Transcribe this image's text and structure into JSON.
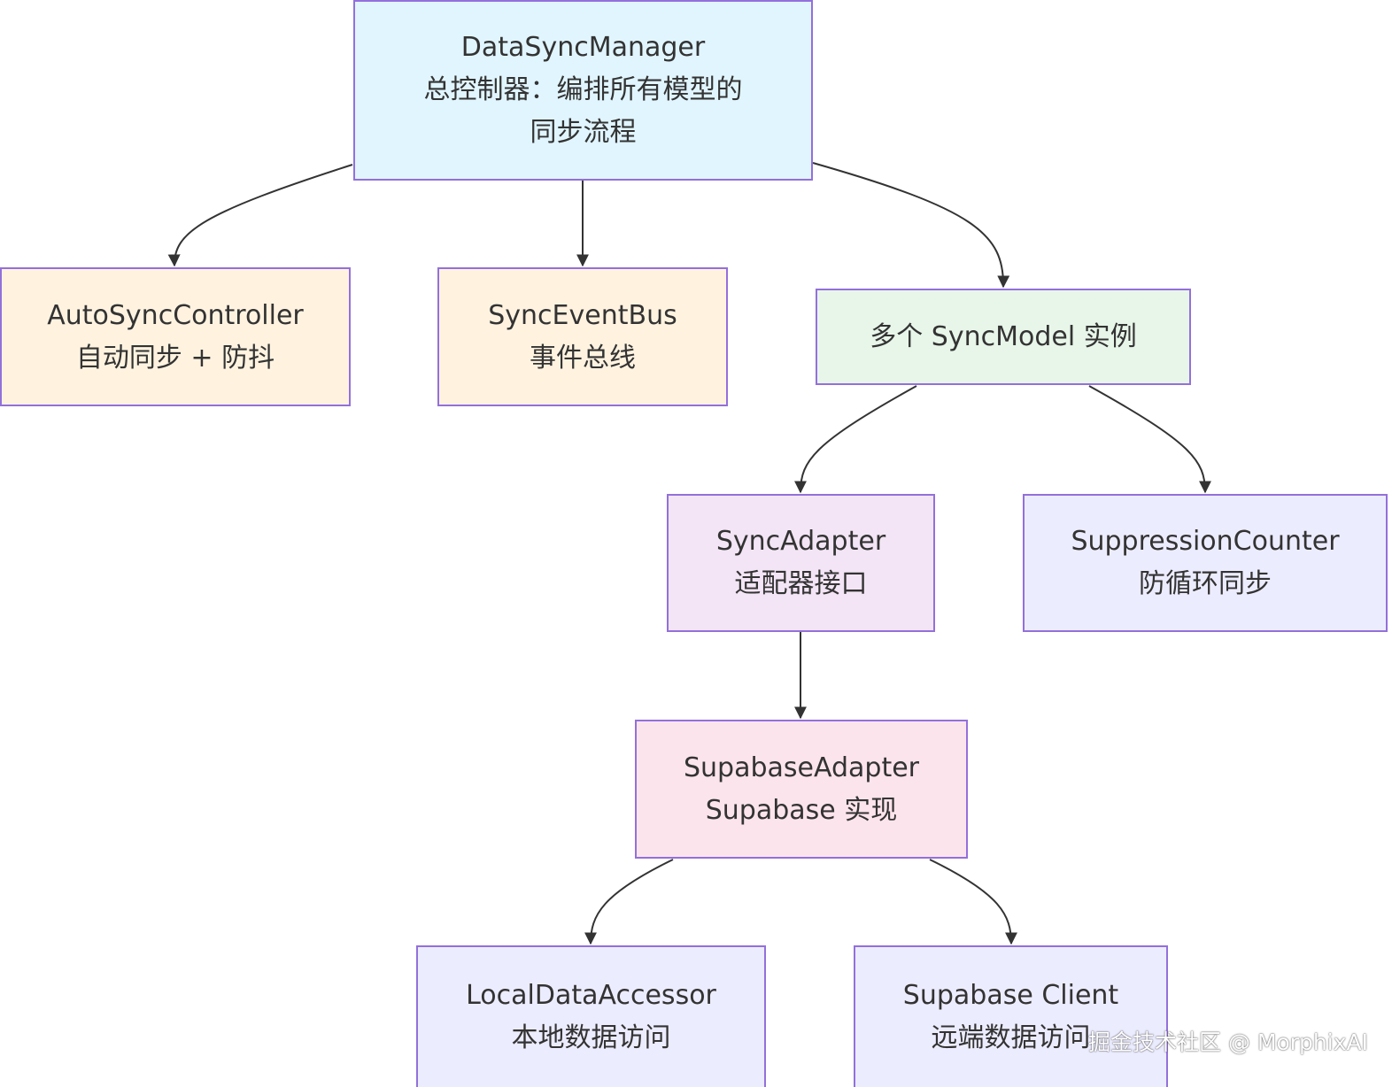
{
  "colors": {
    "border": "#9370DB",
    "text": "#333333",
    "edge": "#333333",
    "fill_blue": "#E1F5FE",
    "fill_orange": "#FFF3E0",
    "fill_green": "#E8F5E9",
    "fill_purple": "#F3E5F5",
    "fill_lavender": "#ECECFF",
    "fill_pink": "#FCE4EC"
  },
  "nodes": {
    "data_sync_manager": {
      "lines": [
        "DataSyncManager",
        "总控制器：编排所有模型的",
        "同步流程"
      ],
      "fill": "#E1F5FE"
    },
    "auto_sync_controller": {
      "lines": [
        "AutoSyncController",
        "自动同步 + 防抖"
      ],
      "fill": "#FFF3E0"
    },
    "sync_event_bus": {
      "lines": [
        "SyncEventBus",
        "事件总线"
      ],
      "fill": "#FFF3E0"
    },
    "sync_model": {
      "lines": [
        "多个 SyncModel 实例"
      ],
      "fill": "#E8F5E9"
    },
    "sync_adapter": {
      "lines": [
        "SyncAdapter",
        "适配器接口"
      ],
      "fill": "#F3E5F5"
    },
    "suppression_counter": {
      "lines": [
        "SuppressionCounter",
        "防循环同步"
      ],
      "fill": "#ECECFF"
    },
    "supabase_adapter": {
      "lines": [
        "SupabaseAdapter",
        "Supabase 实现"
      ],
      "fill": "#FCE4EC"
    },
    "local_data_accessor": {
      "lines": [
        "LocalDataAccessor",
        "本地数据访问"
      ],
      "fill": "#ECECFF"
    },
    "supabase_client": {
      "lines": [
        "Supabase Client",
        "远端数据访问"
      ],
      "fill": "#ECECFF"
    }
  },
  "edges": [
    {
      "from": "data_sync_manager",
      "to": "auto_sync_controller"
    },
    {
      "from": "data_sync_manager",
      "to": "sync_event_bus"
    },
    {
      "from": "data_sync_manager",
      "to": "sync_model"
    },
    {
      "from": "sync_model",
      "to": "sync_adapter"
    },
    {
      "from": "sync_model",
      "to": "suppression_counter"
    },
    {
      "from": "sync_adapter",
      "to": "supabase_adapter"
    },
    {
      "from": "supabase_adapter",
      "to": "local_data_accessor"
    },
    {
      "from": "supabase_adapter",
      "to": "supabase_client"
    }
  ],
  "watermark": {
    "text": "掘金技术社区 @ MorphixAI"
  }
}
